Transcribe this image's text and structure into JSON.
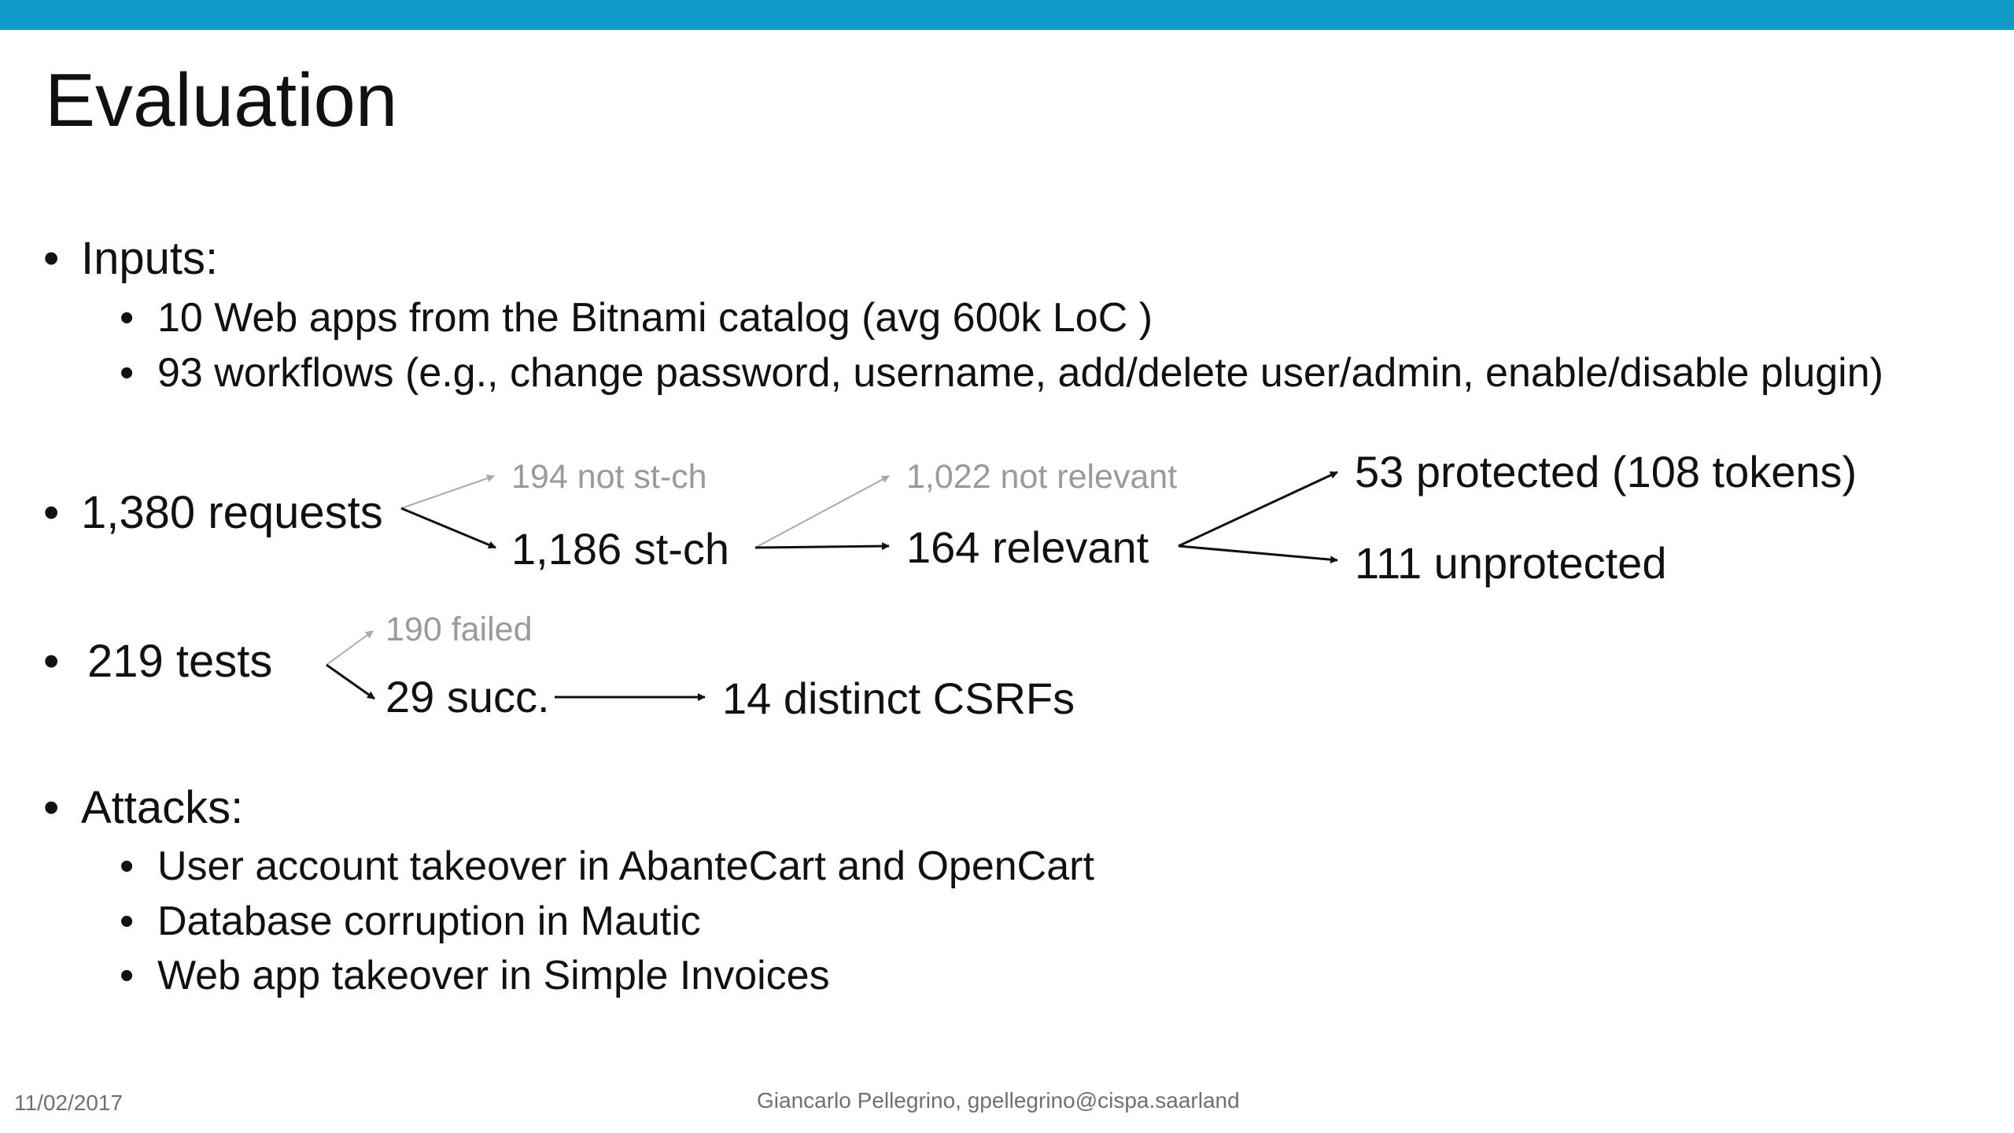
{
  "slide": {
    "title": "Evaluation",
    "bullet_glyph": "•",
    "inputs": {
      "heading": "Inputs:",
      "items": [
        "10 Web apps from the Bitnami catalog (avg 600k LoC )",
        "93 workflows (e.g., change password, username, add/delete user/admin, enable/disable plugin)"
      ]
    },
    "requests": {
      "label": "1,380 requests",
      "not_stch": "194 not st-ch",
      "stch": "1,186 st-ch",
      "not_relevant": "1,022 not relevant",
      "relevant": "164 relevant",
      "protected": "53 protected (108 tokens)",
      "unprotected": "111 unprotected"
    },
    "tests": {
      "label": "219 tests",
      "failed": "190 failed",
      "succ": "29 succ.",
      "distinct": "14 distinct CSRFs"
    },
    "attacks": {
      "heading": "Attacks:",
      "items": [
        "User account takeover in AbanteCart and OpenCart",
        "Database corruption in Mautic",
        "Web app takeover in Simple Invoices"
      ]
    }
  },
  "footer": {
    "date": "11/02/2017",
    "author": "Giancarlo Pellegrino, gpellegrino@cispa.saarland"
  },
  "colors": {
    "accent_bar": "#0e9ac7",
    "text": "#111111",
    "dim_text": "#9a9a9a",
    "footer_text": "#707070"
  }
}
